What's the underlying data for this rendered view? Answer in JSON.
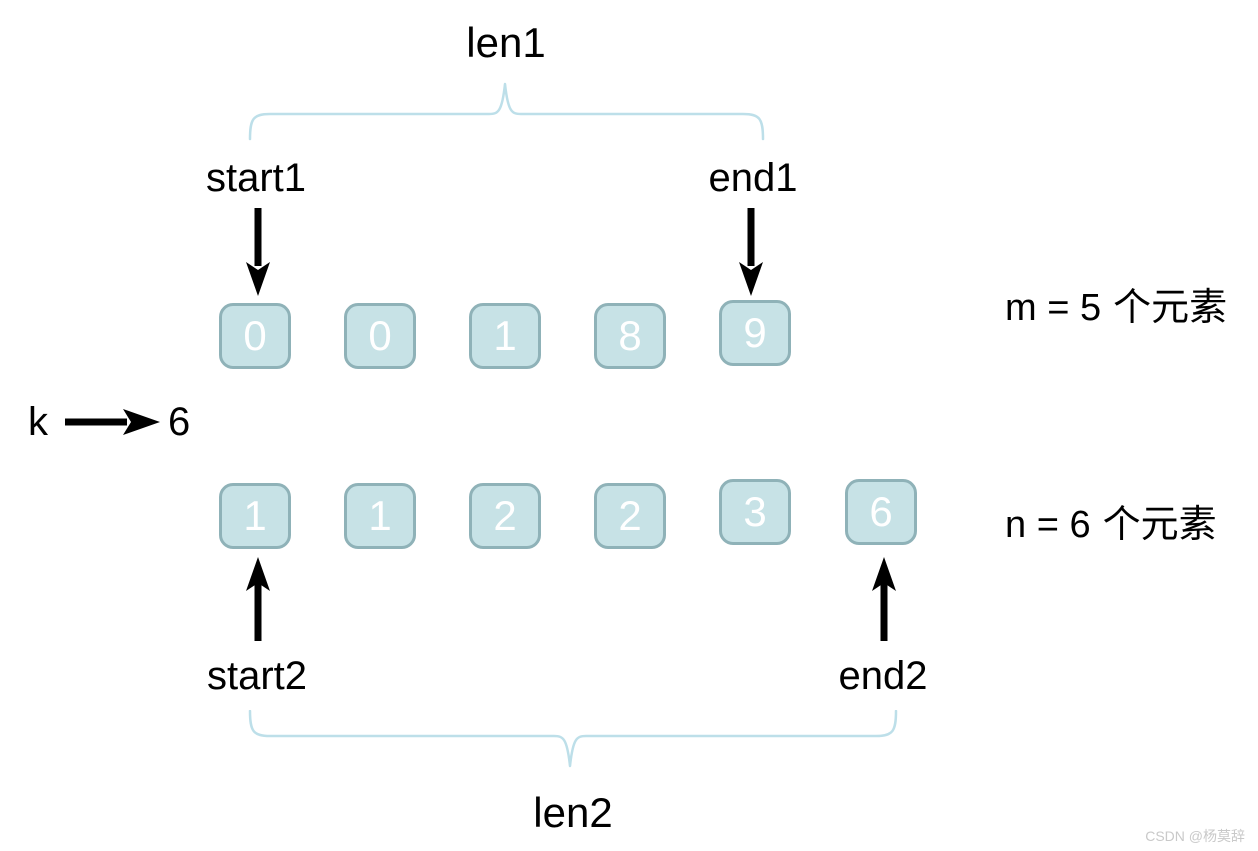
{
  "diagram": {
    "len1_label": "len1",
    "len2_label": "len2",
    "start1_label": "start1",
    "end1_label": "end1",
    "start2_label": "start2",
    "end2_label": "end2",
    "k_label": "k",
    "k_value": "6",
    "array1": {
      "values": [
        "0",
        "0",
        "1",
        "8",
        "9"
      ],
      "count_prefix": "m = 5",
      "count_suffix": "个元素"
    },
    "array2": {
      "values": [
        "1",
        "1",
        "2",
        "2",
        "3",
        "6"
      ],
      "count_prefix": "n = 6",
      "count_suffix": "个元素"
    }
  },
  "colors": {
    "cell_fill": "#c7e2e6",
    "cell_border": "#8fb2b8",
    "brace": "#bddfe9",
    "arrow": "#000000",
    "text": "#000000",
    "watermark": "#c9c9c9"
  },
  "watermark_text": "CSDN @杨莫辞"
}
